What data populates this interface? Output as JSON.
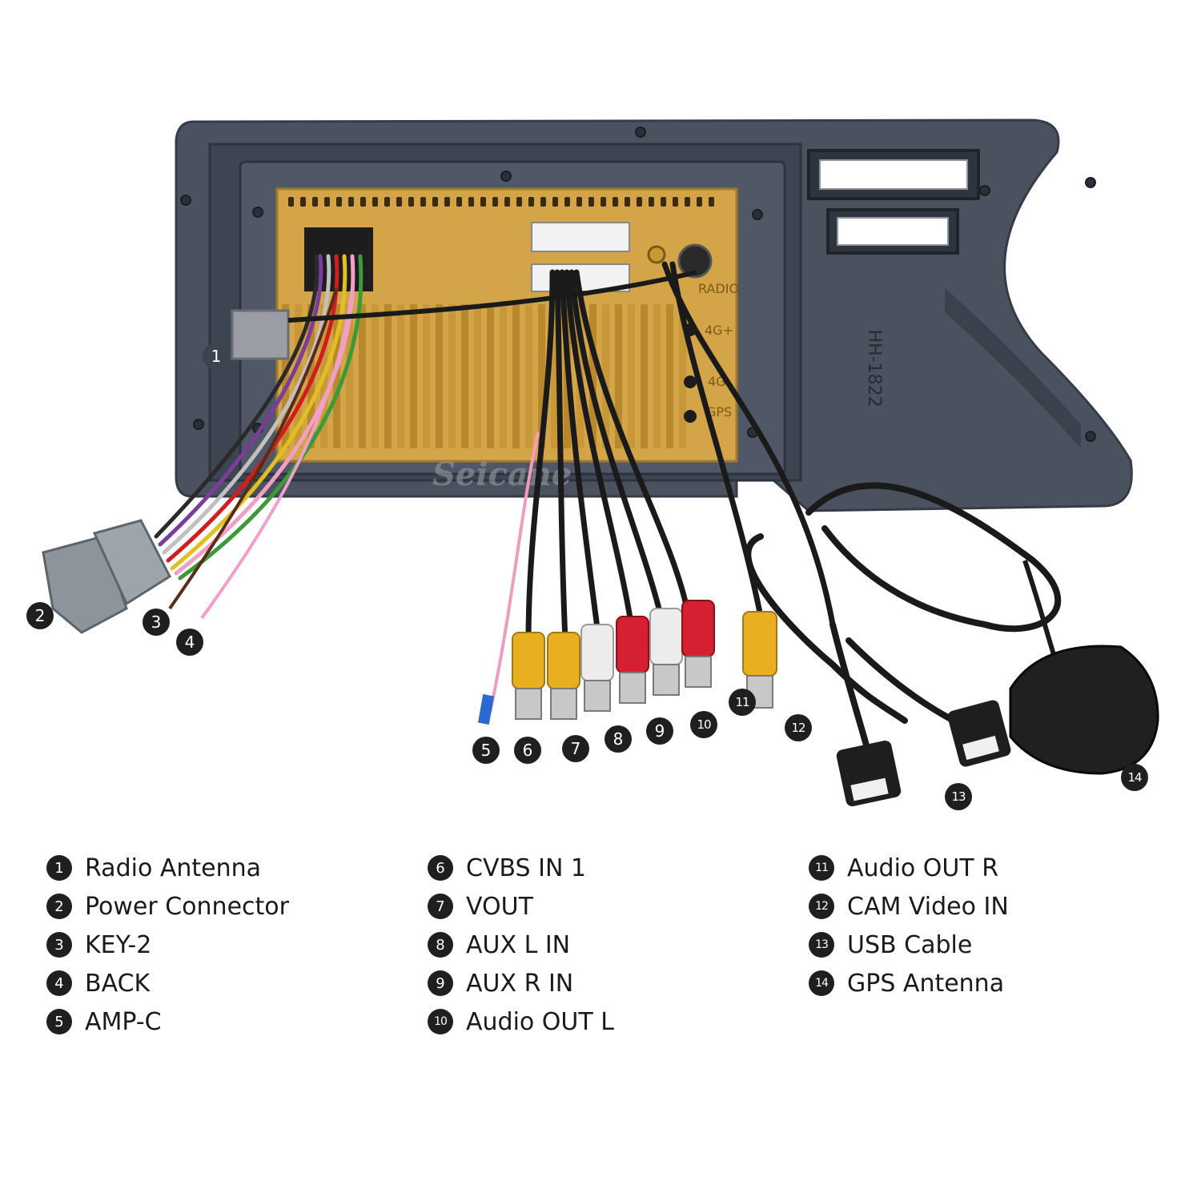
{
  "watermark": "Seicane",
  "panel_marks": {
    "model": "HH-1822",
    "ports": [
      "RADIO",
      "4G+",
      "4G-",
      "GPS"
    ]
  },
  "legend": {
    "col1": [
      {
        "num": "1",
        "label": "Radio Antenna"
      },
      {
        "num": "2",
        "label": "Power Connector"
      },
      {
        "num": "3",
        "label": "KEY-2"
      },
      {
        "num": "4",
        "label": "BACK"
      },
      {
        "num": "5",
        "label": "AMP-C"
      }
    ],
    "col2": [
      {
        "num": "6",
        "label": "CVBS IN 1"
      },
      {
        "num": "7",
        "label": "VOUT"
      },
      {
        "num": "8",
        "label": "AUX L IN"
      },
      {
        "num": "9",
        "label": "AUX R IN"
      },
      {
        "num": "10",
        "label": "Audio OUT L"
      }
    ],
    "col3": [
      {
        "num": "11",
        "label": "Audio OUT R"
      },
      {
        "num": "12",
        "label": "CAM Video IN"
      },
      {
        "num": "13",
        "label": "USB Cable"
      },
      {
        "num": "14",
        "label": "GPS Antenna"
      }
    ]
  },
  "callouts": [
    "1",
    "2",
    "3",
    "4",
    "5",
    "6",
    "7",
    "8",
    "9",
    "10",
    "11",
    "12",
    "13",
    "14"
  ],
  "colors": {
    "panel": "#4a5260",
    "unit": "#d4a548",
    "cable": "#1a1a1a",
    "rca_yellow": "#e8b020",
    "rca_red": "#d42030",
    "rca_white": "#ececec",
    "badge": "#1f1f1f"
  }
}
